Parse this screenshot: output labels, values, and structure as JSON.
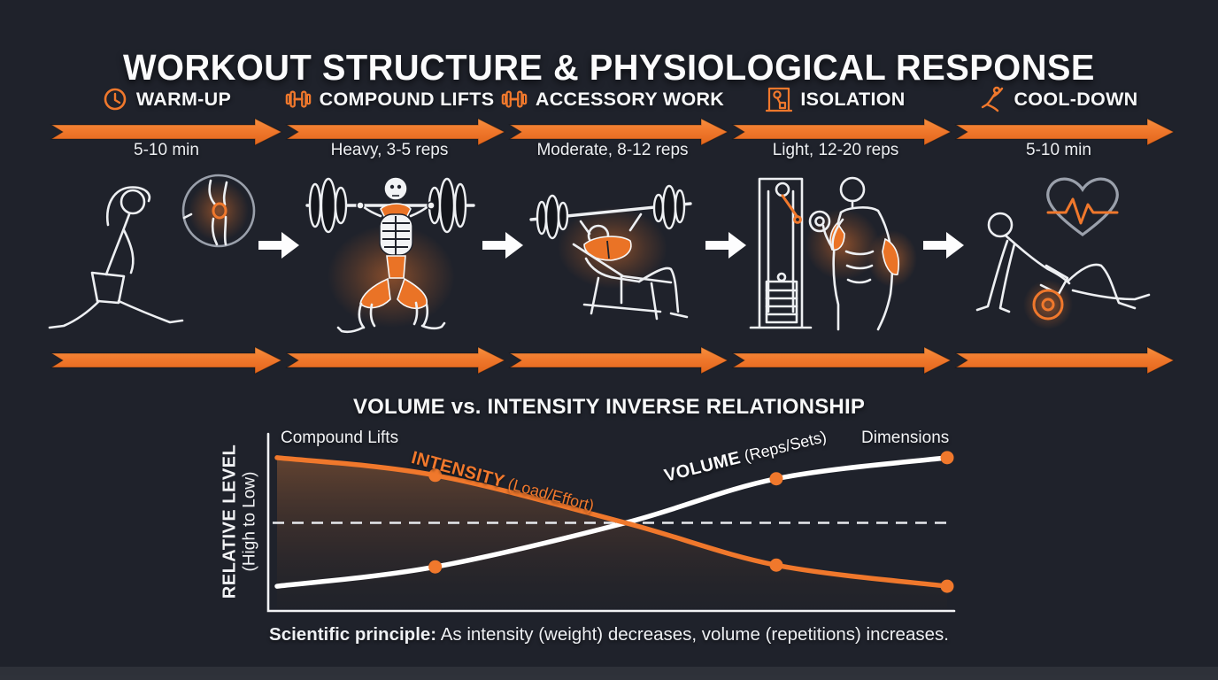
{
  "title": "WORKOUT STRUCTURE & PHYSIOLOGICAL RESPONSE",
  "colors": {
    "background": "#1f222b",
    "accent_orange": "#f0782c",
    "text_white": "#f2f3f5",
    "heart_grey": "#9aa0ab"
  },
  "stages": [
    {
      "label": "WARM-UP",
      "icon": "clock-icon",
      "detail": "5-10 min"
    },
    {
      "label": "COMPOUND LIFTS",
      "icon": "dumbbell-icon",
      "detail": "Heavy, 3-5 reps"
    },
    {
      "label": "ACCESSORY WORK",
      "icon": "dumbbell-icon",
      "detail": "Moderate, 8-12 reps"
    },
    {
      "label": "ISOLATION",
      "icon": "cable-machine-icon",
      "detail": "Light, 12-20 reps"
    },
    {
      "label": "COOL-DOWN",
      "icon": "stretch-icon",
      "detail": "5-10 min"
    }
  ],
  "chart": {
    "title": "VOLUME vs. INTENSITY INVERSE RELATIONSHIP",
    "y_axis_label_line1": "RELATIVE LEVEL",
    "y_axis_label_line2": "(High to Low)",
    "left_annotation": "Compound Lifts",
    "right_annotation": "Dimensions",
    "intensity_label_bold": "INTENSITY",
    "intensity_label_rest": " (Load/Effort)",
    "volume_label_bold": "VOLUME",
    "volume_label_rest": " (Reps/Sets)"
  },
  "caption": {
    "bold": "Scientific principle:",
    "rest": " As intensity (weight) decreases, volume (repetitions) increases."
  },
  "chart_data": {
    "type": "line",
    "title": "VOLUME vs. INTENSITY INVERSE RELATIONSHIP",
    "ylabel": "RELATIVE LEVEL (High to Low)",
    "xlabel": "",
    "x_frac": [
      0,
      0.236,
      0.52,
      0.745,
      1
    ],
    "series": [
      {
        "name": "INTENSITY (Load/Effort)",
        "color": "#f0782c",
        "levels": [
          86,
          76,
          49,
          25,
          13
        ]
      },
      {
        "name": "VOLUME (Reps/Sets)",
        "color": "#ffffff",
        "levels": [
          13,
          24,
          49,
          74,
          86
        ]
      }
    ],
    "marker_indices": [
      1,
      3,
      4
    ],
    "marker_color": "#f0782c",
    "reference_dashed_level": 49,
    "annotations": [
      "Compound Lifts",
      "Dimensions"
    ],
    "grid": false,
    "legend_position": "labels-on-curves",
    "y_range": [
      "Low",
      "High"
    ]
  }
}
